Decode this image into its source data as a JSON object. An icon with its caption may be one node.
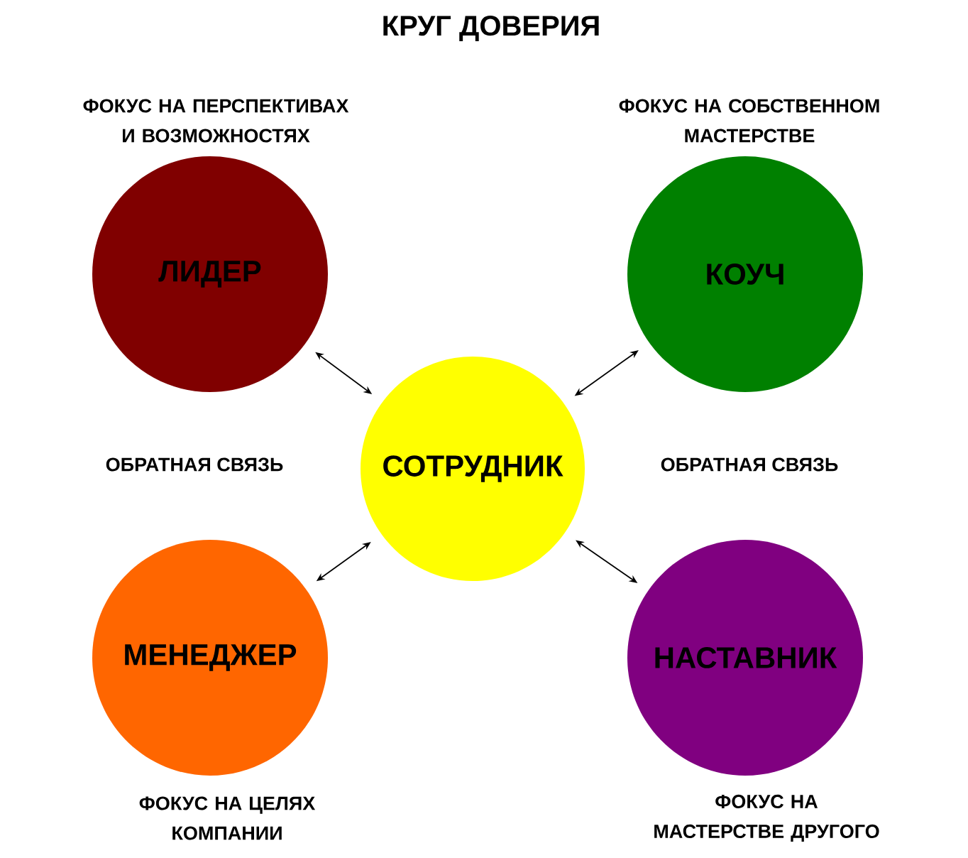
{
  "diagram": {
    "title": "КРУГ ДОВЕРИЯ",
    "nodes": [
      {
        "text": [
          "ЛИДЕР"
        ],
        "beside": [
          "ФОКУС НА ПЕРСПЕКТИВАХ И ВОЗМОЖНОСТЯХ"
        ]
      },
      {
        "text": [
          "КОУЧ"
        ],
        "beside": [
          "ФОКУС НА СОБСТВЕННОМ МАСТЕРСТВЕ"
        ]
      },
      {
        "text": [
          "СОТРУДНИК"
        ]
      },
      {
        "text": [
          "МЕНЕДЖЕР"
        ],
        "beside": [
          "ФОКУС НА ЦЕЛЯХ КОМПАНИИ"
        ]
      },
      {
        "text": [
          "НАСТАВНИК"
        ],
        "beside": [
          "ФОКУС НА МАСТЕРСТВЕ ДРУГОГО"
        ]
      }
    ],
    "edges": [
      {
        "from": 0,
        "to": 2,
        "arrow": "both"
      },
      {
        "from": 1,
        "to": 2,
        "arrow": "both"
      },
      {
        "from": 3,
        "to": 2,
        "arrow": "both"
      },
      {
        "from": 4,
        "to": 2,
        "arrow": "both"
      }
    ],
    "labels": [
      "ОБРАТНАЯ СВЯЗЬ",
      "ОБРАТНАЯ СВЯЗЬ"
    ]
  }
}
